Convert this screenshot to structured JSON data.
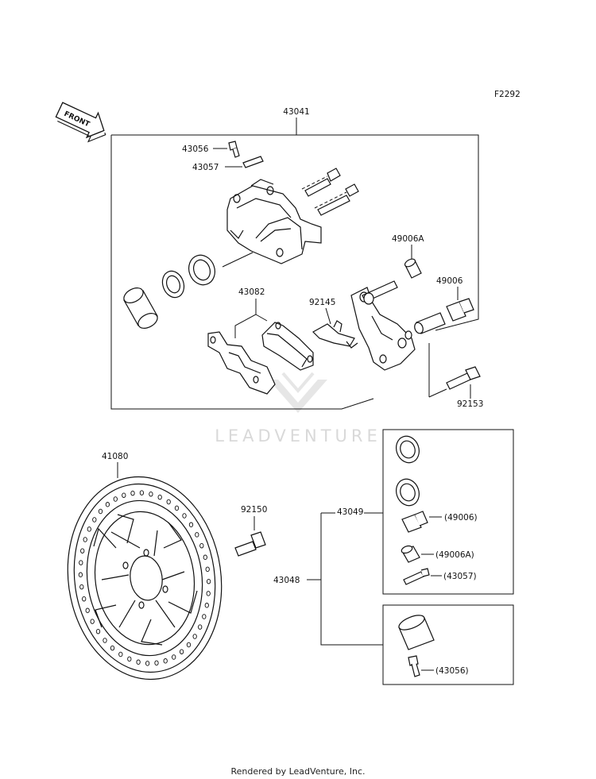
{
  "figure_code": "F2292",
  "front_arrow": "FRONT",
  "watermark": "LEADVENTURE",
  "footer": "Rendered by LeadVenture, Inc.",
  "labels": {
    "caliper_assy": "43041",
    "bleed_valve": "43056",
    "bleed_cap": "43057",
    "pad_set": "43082",
    "spring": "92145",
    "boot_a": "49006A",
    "boot": "49006",
    "bolt_92153": "92153",
    "disc": "41080",
    "bolt_92150": "92150",
    "seal_kit": "43049",
    "repair_kit": "43048",
    "kit_boot": "(49006)",
    "kit_boot_a": "(49006A)",
    "kit_cap": "(43057)",
    "kit_valve": "(43056)"
  }
}
